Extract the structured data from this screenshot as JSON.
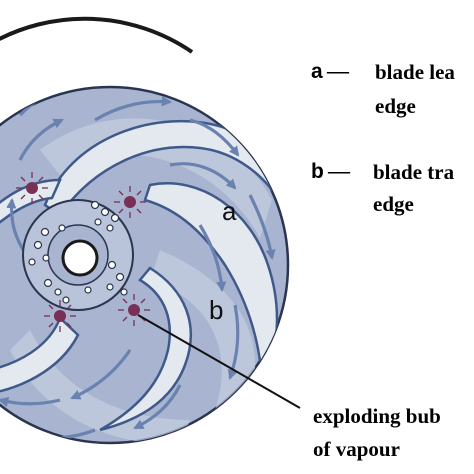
{
  "diagram": {
    "label_a": "a",
    "label_b": "b",
    "colors": {
      "impeller_fill": "#a8b4d0",
      "passage_flow": "#c6cfe0",
      "blade_fill": "#e4e8ef",
      "blade_edge": "#3f5a8a",
      "flow_arrow": "#6a82b0",
      "bubble": "#ffffff",
      "exploding_bubble": "#7a2f55",
      "casing": "#1a1a1a"
    }
  },
  "legend": {
    "a": {
      "key": "a",
      "dash": "—",
      "line1": "blade lea",
      "line2": "edge"
    },
    "b": {
      "key": "b",
      "dash": "—",
      "line1": "blade tra",
      "line2": "edge"
    },
    "callout": {
      "line1": "exploding bub",
      "line2": "of vapour"
    }
  }
}
